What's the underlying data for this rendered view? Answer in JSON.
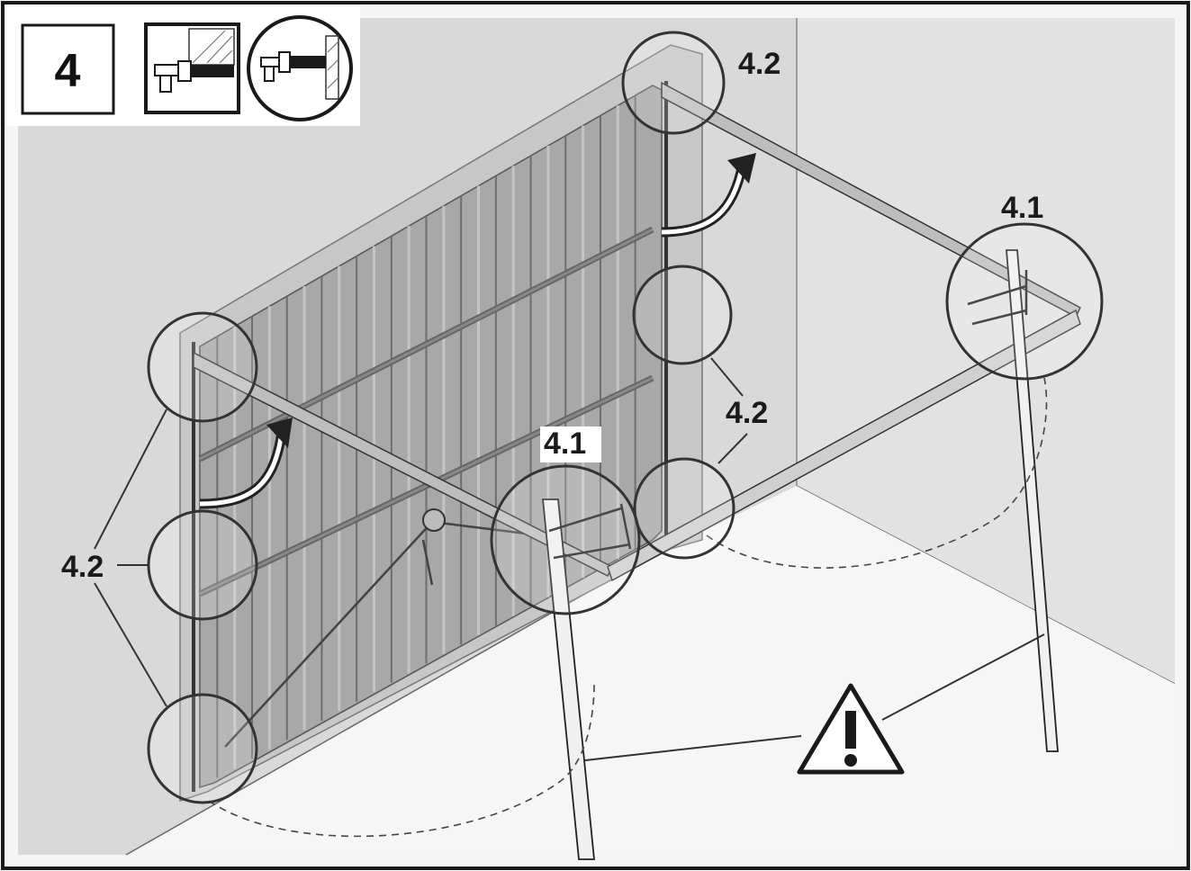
{
  "step_number": "4",
  "labels": {
    "top_right": "4.2",
    "right_strut": "4.1",
    "right_middle": "4.2",
    "center_strut": "4.1",
    "left": "4.2"
  },
  "icons": {
    "wall_mount_behind": "drill-wall-behind-icon",
    "wall_mount_side": "drill-wall-side-icon",
    "warning": "warning-triangle-icon"
  },
  "colors": {
    "frame": "#1a1a1a",
    "wall": "#dcdcdc",
    "floor": "#f4f4f4",
    "door_panel": "#9a9a9a"
  }
}
